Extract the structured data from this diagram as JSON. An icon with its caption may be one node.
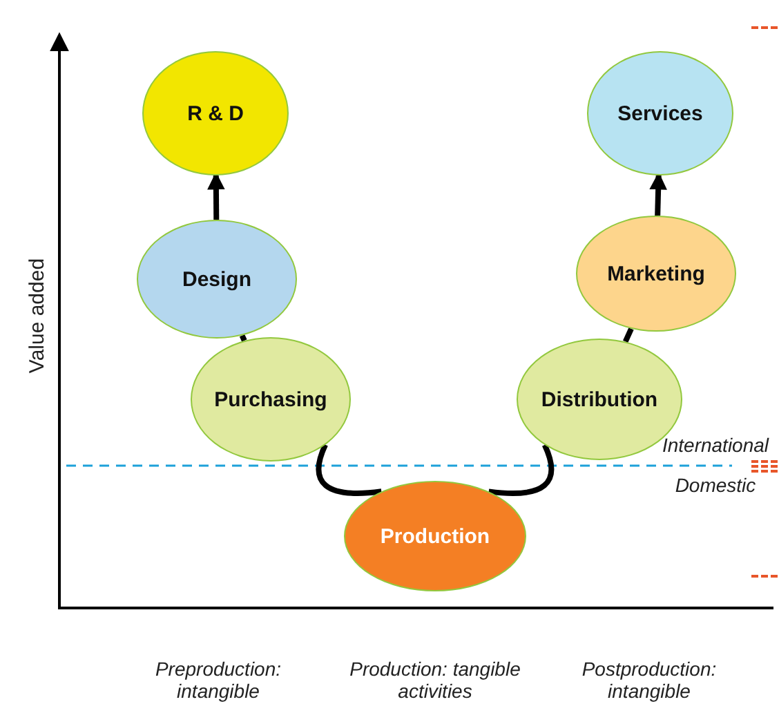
{
  "diagram": {
    "nodes": [
      {
        "text": [
          "R & D"
        ]
      },
      {
        "text": [
          "Design"
        ]
      },
      {
        "text": [
          "Purchasing"
        ]
      },
      {
        "text": [
          "Production"
        ]
      },
      {
        "text": [
          "Distribution"
        ]
      },
      {
        "text": [
          "Marketing"
        ]
      },
      {
        "text": [
          "Services"
        ]
      }
    ],
    "edges": [
      {
        "from": 3,
        "to": 2,
        "arrow": "none"
      },
      {
        "from": 2,
        "to": 1,
        "arrow": "none"
      },
      {
        "from": 1,
        "to": 0,
        "arrow": "to"
      },
      {
        "from": 3,
        "to": 4,
        "arrow": "none"
      },
      {
        "from": 4,
        "to": 5,
        "arrow": "none"
      },
      {
        "from": 5,
        "to": 6,
        "arrow": "to"
      }
    ],
    "labels": [
      "Value added",
      "International",
      "Domestic",
      "Preproduction: intangible",
      "Production: tangible activities",
      "Postproduction: intangible"
    ]
  }
}
